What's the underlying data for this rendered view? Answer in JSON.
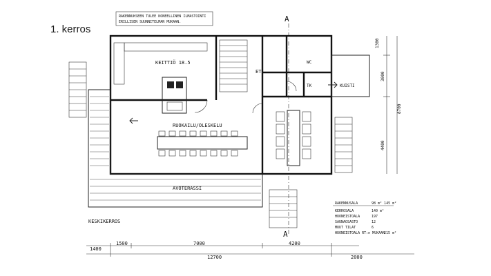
{
  "slide": {
    "title": "1. kerros"
  },
  "note": {
    "line1": "RAKENNUKSEEN TULEE KONEELLINEN ILMASTOINTI",
    "line2": "ERILLISEN SUUNNITELMAN MUKAAN."
  },
  "section_marker": "A",
  "rooms": {
    "kitchen": "KEITTIÖ  18.5",
    "hall": "ET",
    "wc": "WC",
    "tk": "TK",
    "porch": "KUISTI",
    "dining": "RUOKAILU/OLESKELU",
    "terrace": "AVOTERASSI",
    "ground": "KESKIKERROS"
  },
  "dimensions": {
    "bottom_row1": [
      "1400",
      "1500",
      "7000",
      "4200"
    ],
    "bottom_row2": [
      "12700",
      "2000"
    ],
    "right": [
      "1300",
      "3000",
      "8700",
      "4400"
    ]
  },
  "areas": {
    "rows": [
      {
        "label": "RAKENNUSALA",
        "value": "98 m²   145 m²"
      },
      {
        "label": "KERROSALA",
        "value": "140 m²"
      },
      {
        "label": "HUONEISTOALA",
        "value": "197"
      },
      {
        "label": "SAUNAOSASTO",
        "value": "12"
      },
      {
        "label": "MUUT TILAT",
        "value": "6"
      },
      {
        "label": "HUONEISTOALA RT:n MUKAAN",
        "value": "215 m²"
      }
    ]
  }
}
